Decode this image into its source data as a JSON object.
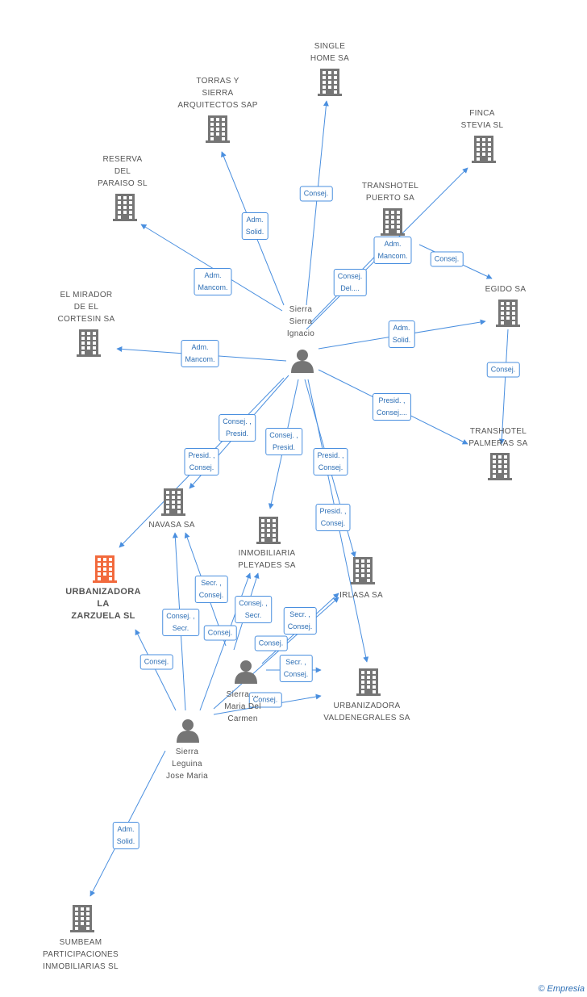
{
  "colors": {
    "edge": "#4a8fdf",
    "company": "#757575",
    "highlight": "#f26a3d",
    "person": "#757575"
  },
  "nodes": [
    {
      "id": "single_home",
      "label": "SINGLE\nHOME SA",
      "type": "company"
    },
    {
      "id": "torras",
      "label": "TORRAS Y\nSIERRA\nARQUITECTOS SAP",
      "type": "company"
    },
    {
      "id": "finca",
      "label": "FINCA\nSTEVIA SL",
      "type": "company"
    },
    {
      "id": "reserva",
      "label": "RESERVA\nDEL\nPARAISO SL",
      "type": "company"
    },
    {
      "id": "transhotel_puerto",
      "label": "TRANSHOTEL\nPUERTO SA",
      "type": "company"
    },
    {
      "id": "egido",
      "label": "EGIDO SA",
      "type": "company"
    },
    {
      "id": "mirador",
      "label": "EL MIRADOR\nDE EL\nCORTESIN SA",
      "type": "company"
    },
    {
      "id": "sierra_ignacio",
      "label": "Sierra\nSierra\nIgnacio",
      "type": "person"
    },
    {
      "id": "transhotel_palmeras",
      "label": "TRANSHOTEL\nPALMERAS SA",
      "type": "company"
    },
    {
      "id": "navasa",
      "label": "NAVASA SA",
      "type": "company"
    },
    {
      "id": "pleyades",
      "label": "INMOBILIARIA\nPLEYADES SA",
      "type": "company"
    },
    {
      "id": "urbanizadora_zarzuela",
      "label": "URBANIZADORA\nLA\nZARZUELA SL",
      "type": "company",
      "highlight": true
    },
    {
      "id": "irlasa",
      "label": "IRLASA SA",
      "type": "company"
    },
    {
      "id": "sierra_carmen",
      "label": "Sierra ...\nMaria Del\nCarmen",
      "type": "person"
    },
    {
      "id": "valdenegrales",
      "label": "URBANIZADORA\nVALDENEGRALES SA",
      "type": "company"
    },
    {
      "id": "sierra_jose",
      "label": "Sierra\nLeguina\nJose Maria",
      "type": "person"
    },
    {
      "id": "sumbeam",
      "label": "SUMBEAM\nPARTICIPACIONES\nINMOBILIARIAS SL",
      "type": "company"
    }
  ],
  "edges": [
    {
      "from": "sierra_ignacio",
      "to": "single_home",
      "label": "Consej."
    },
    {
      "from": "sierra_ignacio",
      "to": "torras",
      "label": "Adm.\nSolid."
    },
    {
      "from": "sierra_ignacio",
      "to": "reserva",
      "label": "Adm.\nMancom."
    },
    {
      "from": "sierra_ignacio",
      "to": "finca",
      "label": "Consej.\nDel...."
    },
    {
      "from": "sierra_ignacio",
      "to": "transhotel_puerto",
      "label": "Adm.\nMancom."
    },
    {
      "from": "transhotel_puerto",
      "to": "egido",
      "label": "Consej."
    },
    {
      "from": "sierra_ignacio",
      "to": "egido",
      "label": "Adm.\nSolid."
    },
    {
      "from": "egido",
      "to": "transhotel_palmeras",
      "label": "Consej."
    },
    {
      "from": "sierra_ignacio",
      "to": "mirador",
      "label": "Adm.\nMancom."
    },
    {
      "from": "sierra_ignacio",
      "to": "transhotel_palmeras",
      "label": "Presid. ,\nConsej...."
    },
    {
      "from": "sierra_ignacio",
      "to": "navasa",
      "label": "Consej. ,\nPresid."
    },
    {
      "from": "sierra_ignacio",
      "to": "urbanizadora_zarzuela",
      "label": "Presid. ,\nConsej."
    },
    {
      "from": "sierra_ignacio",
      "to": "pleyades",
      "label": "Consej. ,\nPresid."
    },
    {
      "from": "sierra_ignacio",
      "to": "irlasa",
      "label": "Presid. ,\nConsej."
    },
    {
      "from": "sierra_ignacio",
      "to": "valdenegrales",
      "label": "Presid. ,\nConsej."
    },
    {
      "from": "sierra_carmen",
      "to": "pleyades",
      "label": "Secr. ,\nConsej."
    },
    {
      "from": "sierra_carmen",
      "to": "navasa",
      "label": "Consej. ,\nSecr."
    },
    {
      "from": "sierra_jose",
      "to": "pleyades",
      "label": "Consej. ,\nSecr."
    },
    {
      "from": "sierra_jose",
      "to": "navasa",
      "label": "Consej."
    },
    {
      "from": "sierra_carmen",
      "to": "irlasa",
      "label": "Secr. ,\nConsej."
    },
    {
      "from": "sierra_jose",
      "to": "irlasa",
      "label": "Consej."
    },
    {
      "from": "sierra_carmen",
      "to": "valdenegrales",
      "label": "Secr. ,\nConsej."
    },
    {
      "from": "sierra_jose",
      "to": "valdenegrales",
      "label": "Consej."
    },
    {
      "from": "sierra_jose",
      "to": "urbanizadora_zarzuela",
      "label": "Consej."
    },
    {
      "from": "sierra_jose",
      "to": "sumbeam",
      "label": "Adm.\nSolid."
    }
  ],
  "brand": {
    "copyright": "©",
    "name": "Empresia"
  }
}
